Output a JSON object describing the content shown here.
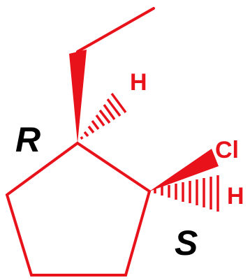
{
  "molecule": {
    "atoms": {
      "h_top": "H",
      "cl": "Cl",
      "h_right": "H"
    },
    "descriptors": {
      "c1": "R",
      "c2": "S"
    }
  },
  "colors": {
    "bond": "#e8121b",
    "heteroatom": "#e8121b",
    "descriptor": "#000000",
    "background": "#ffffff"
  }
}
